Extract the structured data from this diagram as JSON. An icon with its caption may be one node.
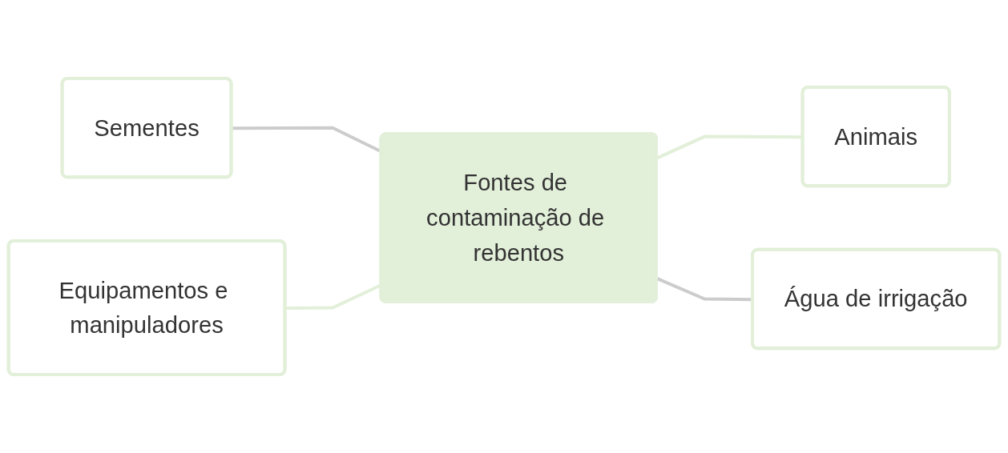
{
  "diagram": {
    "nodes": [
      {
        "text": [
          "Sementes"
        ]
      },
      {
        "text": [
          "Equipamentos e manipuladores"
        ]
      },
      {
        "text": [
          "Fontes de contaminação de rebentos"
        ]
      },
      {
        "text": [
          "Animais"
        ]
      },
      {
        "text": [
          "Água de irrigação"
        ]
      }
    ],
    "edges": [
      {
        "from": 0,
        "to": 2,
        "arrow": "none",
        "color": "#cccccc"
      },
      {
        "from": 1,
        "to": 2,
        "arrow": "none",
        "color": "#e2efd9"
      },
      {
        "from": 2,
        "to": 3,
        "arrow": "none",
        "color": "#e2efd9"
      },
      {
        "from": 2,
        "to": 4,
        "arrow": "none",
        "color": "#cccccc"
      }
    ]
  }
}
